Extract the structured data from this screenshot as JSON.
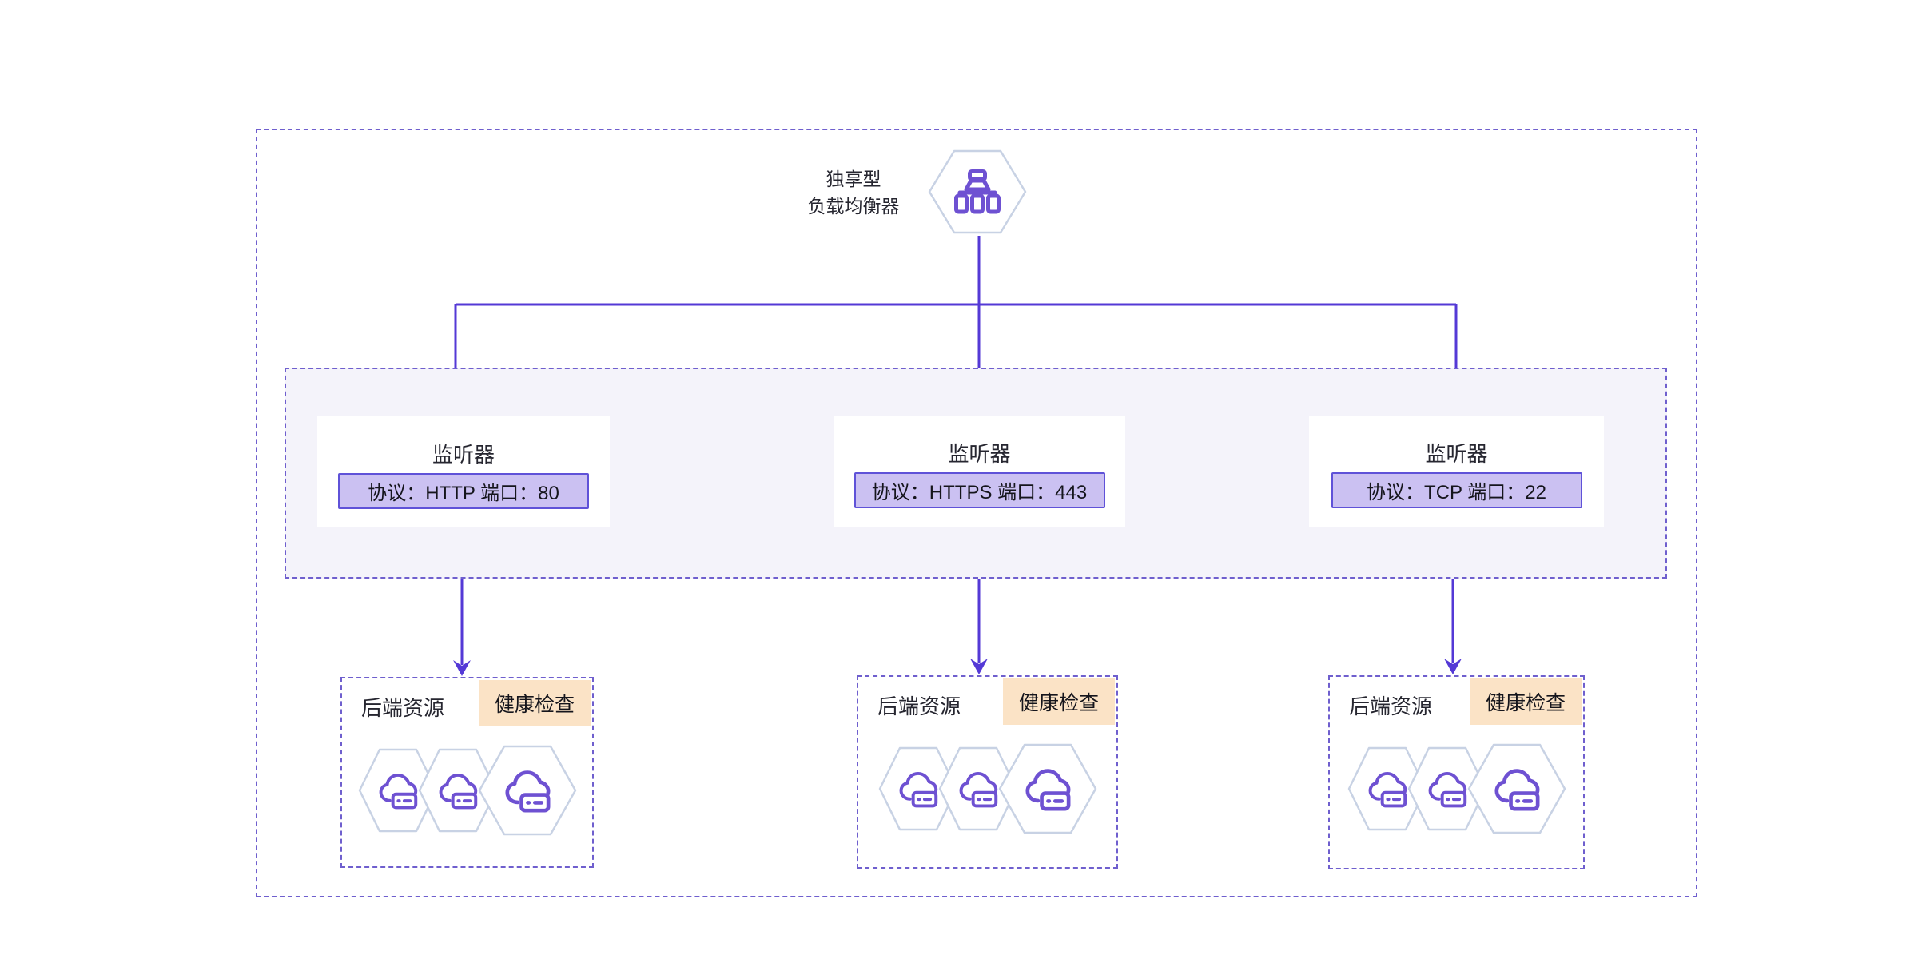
{
  "colors": {
    "line": "#5439d6",
    "dash_border": "#6f5fce",
    "panel_fill": "#f4f3fa",
    "pill_fill": "#cbc1f2",
    "pill_border": "#5f52d8",
    "hex_stroke": "#c8d2e4",
    "icon_purple": "#6e51d2",
    "badge_fill": "#fbe3c6",
    "text": "#262630"
  },
  "load_balancer": {
    "label_line1": "独享型",
    "label_line2": "负载均衡器",
    "icon": "load-balancer-icon"
  },
  "listeners": [
    {
      "title": "监听器",
      "protocol": "协议：HTTP 端口：80"
    },
    {
      "title": "监听器",
      "protocol": "协议：HTTPS 端口：443"
    },
    {
      "title": "监听器",
      "protocol": "协议：TCP 端口：22"
    }
  ],
  "backends": [
    {
      "title": "后端资源",
      "badge": "健康检查",
      "node_icon": "cloud-server-icon",
      "node_count": 3
    },
    {
      "title": "后端资源",
      "badge": "健康检查",
      "node_icon": "cloud-server-icon",
      "node_count": 3
    },
    {
      "title": "后端资源",
      "badge": "健康检查",
      "node_icon": "cloud-server-icon",
      "node_count": 3
    }
  ]
}
